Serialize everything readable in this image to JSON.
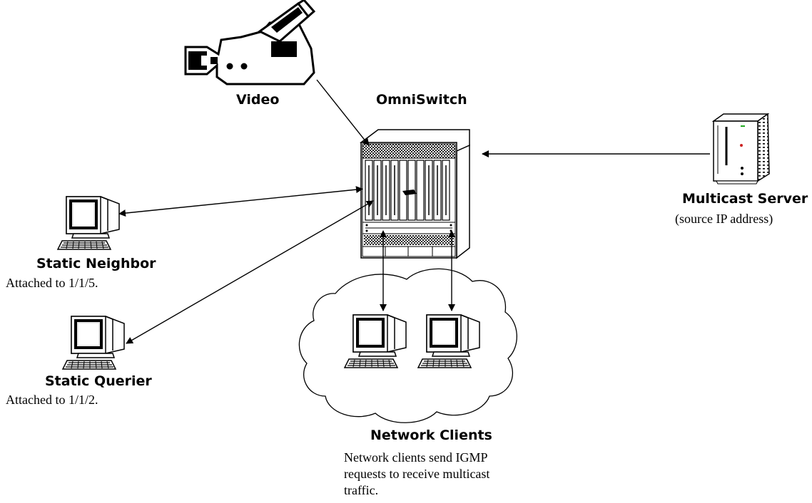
{
  "labels": {
    "video": "Video",
    "omniswitch": "OmniSwitch",
    "multicast_server": "Multicast Server",
    "multicast_server_note": "(source IP address)",
    "static_neighbor": "Static Neighbor",
    "static_neighbor_note": "Attached to 1/1/5.",
    "static_querier": "Static Querier",
    "static_querier_note": "Attached to 1/1/2.",
    "network_clients": "Network Clients",
    "network_clients_note": [
      "Network clients send IGMP",
      "requests to receive multicast",
      "traffic."
    ]
  },
  "nodes": [
    {
      "id": "video-camera",
      "icon": "video-camera-icon"
    },
    {
      "id": "omniswitch",
      "icon": "chassis-switch-icon"
    },
    {
      "id": "multicast-server",
      "icon": "tower-server-icon"
    },
    {
      "id": "static-neighbor",
      "icon": "workstation-icon"
    },
    {
      "id": "static-querier",
      "icon": "workstation-icon"
    },
    {
      "id": "network-client-1",
      "icon": "workstation-icon"
    },
    {
      "id": "network-client-2",
      "icon": "workstation-icon"
    },
    {
      "id": "network-cloud",
      "icon": "cloud-icon"
    }
  ],
  "edges": [
    {
      "from": "video-camera",
      "to": "omniswitch",
      "direction": "to"
    },
    {
      "from": "multicast-server",
      "to": "omniswitch",
      "direction": "to"
    },
    {
      "from": "omniswitch",
      "to": "static-neighbor",
      "direction": "both"
    },
    {
      "from": "omniswitch",
      "to": "static-querier",
      "direction": "both"
    },
    {
      "from": "omniswitch",
      "to": "network-client-1",
      "direction": "both"
    },
    {
      "from": "omniswitch",
      "to": "network-client-2",
      "direction": "both"
    }
  ]
}
